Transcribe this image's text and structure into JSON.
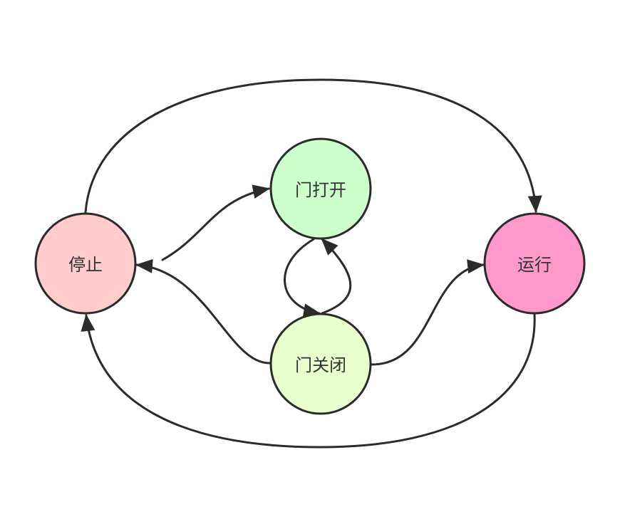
{
  "nodes": {
    "stop": {
      "label": "停止",
      "color": "#ffcccc"
    },
    "door_open": {
      "label": "门打开",
      "color": "#ccffcc"
    },
    "door_closed": {
      "label": "门关闭",
      "color": "#e6ffcc"
    },
    "running": {
      "label": "运行",
      "color": "#ff99cc"
    }
  },
  "edges": [
    {
      "from": "stop",
      "to": "running"
    },
    {
      "from": "running",
      "to": "stop"
    },
    {
      "from": "stop",
      "to": "door_open"
    },
    {
      "from": "door_open",
      "to": "stop"
    },
    {
      "from": "door_open",
      "to": "door_closed"
    },
    {
      "from": "door_closed",
      "to": "door_open"
    },
    {
      "from": "door_closed",
      "to": "stop"
    },
    {
      "from": "door_closed",
      "to": "running"
    }
  ]
}
